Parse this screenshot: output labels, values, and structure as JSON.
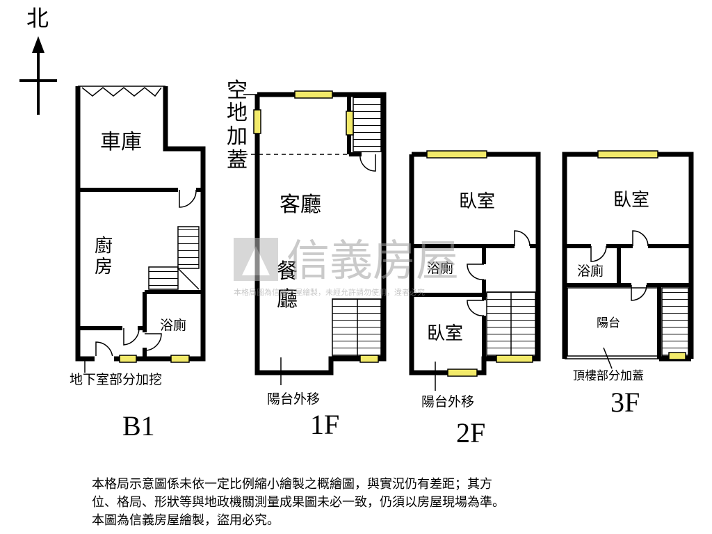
{
  "compass": {
    "north_label": "北"
  },
  "b1": {
    "garage": "車庫",
    "kitchen_line1": "廚",
    "kitchen_line2": "房",
    "bathroom": "浴廁",
    "note": "地下室部分加挖",
    "floor": "B1"
  },
  "f1": {
    "yard_chars": [
      "空",
      "地",
      "加",
      "蓋"
    ],
    "living": "客廳",
    "dining_line1": "餐",
    "dining_line2": "廳",
    "note": "陽台外移",
    "floor": "1F"
  },
  "f2": {
    "bedroom_top": "臥室",
    "bathroom": "浴廁",
    "bedroom_bottom": "臥室",
    "note": "陽台外移",
    "floor": "2F"
  },
  "f3": {
    "bedroom": "臥室",
    "bathroom": "浴廁",
    "balcony": "陽台",
    "note": "頂樓部分加蓋",
    "floor": "3F"
  },
  "watermark": {
    "brand": "信義房屋",
    "subtext": "本格局圖為信義房屋繪製，未經允許請勿使用，違者必究"
  },
  "disclaimer": {
    "line1": "本格局示意圖係未依一定比例縮小繪製之概繪圖，與實況仍有差距；其方",
    "line2": "位、格局、形狀等與地政機關測量成果圖未必一致，仍須以房屋現場為準。",
    "line3": "本圖為信義房屋繪製，盜用必究。"
  },
  "colors": {
    "wall": "#000000",
    "window": "#f2ea6a",
    "watermark": "#b8b8b8"
  }
}
